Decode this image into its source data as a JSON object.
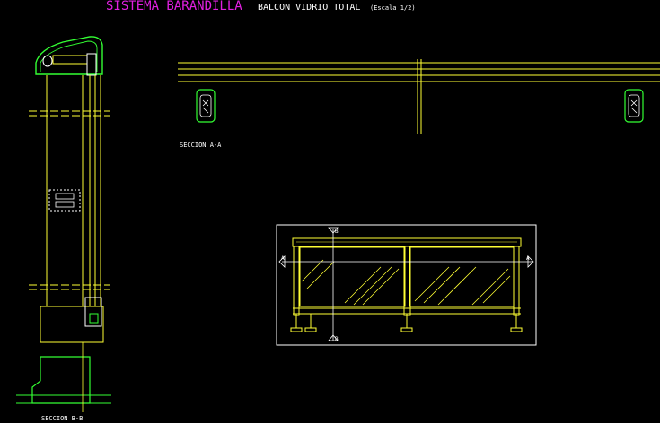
{
  "title": {
    "main": "SISTEMA BARANDILLA",
    "subtitle": "BALCON VIDRIO TOTAL",
    "scale": "(Escala 1/2)"
  },
  "labels": {
    "section_aa": "SECCION A-A",
    "section_bb": "SECCION B-B",
    "cut_top": "B",
    "cut_bottom": "B",
    "cut_left": "A",
    "cut_right": "A"
  },
  "colors": {
    "background": "#000000",
    "title": "#e020e0",
    "line_yellow": "#ffff33",
    "line_green": "#33ff33",
    "line_white": "#ffffff",
    "fill_grey": "#666666"
  }
}
